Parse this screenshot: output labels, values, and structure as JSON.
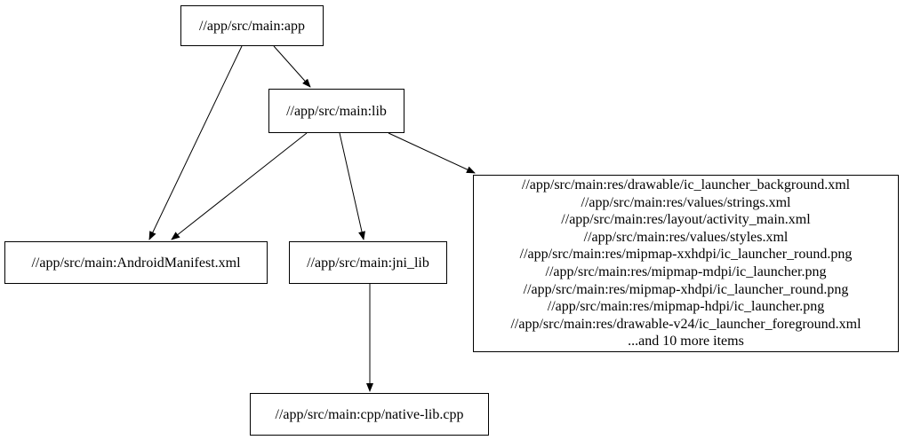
{
  "diagram": {
    "type": "dependency-graph",
    "colors": {
      "background": "#ffffff",
      "node_border": "#000000",
      "text": "#000000",
      "edge": "#000000"
    },
    "nodes": {
      "app": {
        "label": "//app/src/main:app"
      },
      "lib": {
        "label": "//app/src/main:lib"
      },
      "android_manifest": {
        "label": "//app/src/main:AndroidManifest.xml"
      },
      "jni_lib": {
        "label": "//app/src/main:jni_lib"
      },
      "resources": {
        "lines": [
          "//app/src/main:res/drawable/ic_launcher_background.xml",
          "//app/src/main:res/values/strings.xml",
          "//app/src/main:res/layout/activity_main.xml",
          "//app/src/main:res/values/styles.xml",
          "//app/src/main:res/mipmap-xxhdpi/ic_launcher_round.png",
          "//app/src/main:res/mipmap-mdpi/ic_launcher.png",
          "//app/src/main:res/mipmap-xhdpi/ic_launcher_round.png",
          "//app/src/main:res/mipmap-hdpi/ic_launcher.png",
          "//app/src/main:res/drawable-v24/ic_launcher_foreground.xml",
          "...and 10 more items"
        ]
      },
      "native_lib_cpp": {
        "label": "//app/src/main:cpp/native-lib.cpp"
      }
    },
    "edges": [
      {
        "from": "app",
        "to": "lib"
      },
      {
        "from": "app",
        "to": "android_manifest"
      },
      {
        "from": "lib",
        "to": "android_manifest"
      },
      {
        "from": "lib",
        "to": "jni_lib"
      },
      {
        "from": "lib",
        "to": "resources"
      },
      {
        "from": "jni_lib",
        "to": "native_lib_cpp"
      }
    ]
  }
}
